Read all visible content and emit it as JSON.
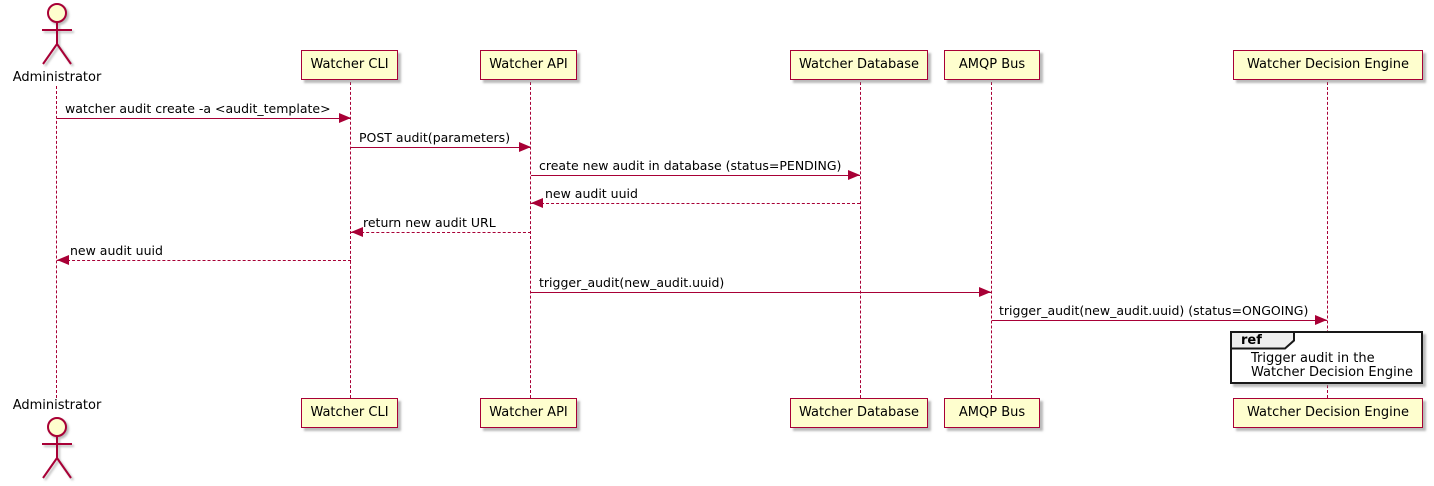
{
  "diagram": {
    "type": "sequence-diagram",
    "colors": {
      "participant_fill": "#FEFECE",
      "accent": "#A80036",
      "text": "#000000",
      "ref_fill": "#FFFFFF",
      "ref_header_fill": "#EEEEEE",
      "ref_border": "#181818"
    },
    "participants": [
      {
        "name": "Administrator",
        "kind": "actor"
      },
      {
        "name": "Watcher CLI",
        "kind": "participant"
      },
      {
        "name": "Watcher API",
        "kind": "participant"
      },
      {
        "name": "Watcher Database",
        "kind": "participant"
      },
      {
        "name": "AMQP Bus",
        "kind": "participant"
      },
      {
        "name": "Watcher Decision Engine",
        "kind": "participant"
      }
    ],
    "messages": [
      {
        "label": "watcher audit create -a <audit_template>",
        "from": "Administrator",
        "to": "Watcher CLI",
        "style": "solid"
      },
      {
        "label": "POST audit(parameters)",
        "from": "Watcher CLI",
        "to": "Watcher API",
        "style": "solid"
      },
      {
        "label": "create new audit in database (status=PENDING)",
        "from": "Watcher API",
        "to": "Watcher Database",
        "style": "solid"
      },
      {
        "label": "new audit uuid",
        "from": "Watcher Database",
        "to": "Watcher API",
        "style": "dashed"
      },
      {
        "label": "return new audit URL",
        "from": "Watcher API",
        "to": "Watcher CLI",
        "style": "dashed"
      },
      {
        "label": "new audit uuid",
        "from": "Watcher CLI",
        "to": "Administrator",
        "style": "dashed"
      },
      {
        "label": "trigger_audit(new_audit.uuid)",
        "from": "Watcher API",
        "to": "AMQP Bus",
        "style": "solid"
      },
      {
        "label": "trigger_audit(new_audit.uuid) (status=ONGOING)",
        "from": "AMQP Bus",
        "to": "Watcher Decision Engine",
        "style": "solid"
      }
    ],
    "ref_fragment": {
      "keyword": "ref",
      "over": "Watcher Decision Engine",
      "lines": [
        "Trigger audit in the",
        "Watcher Decision Engine"
      ]
    }
  }
}
